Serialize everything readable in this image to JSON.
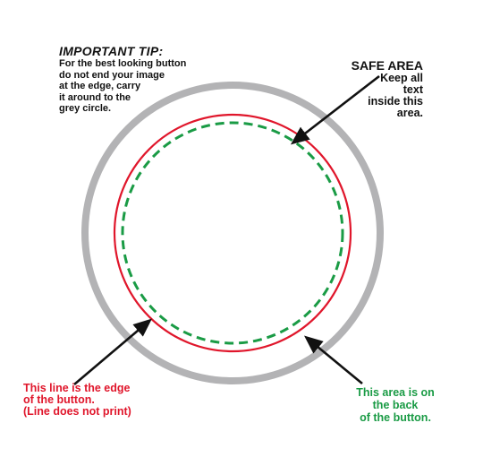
{
  "colors": {
    "grey_circle": "#b3b3b5",
    "edge_line": "#e0162b",
    "safe_area": "#1a9b45",
    "arrow": "#111111",
    "text": "#111111"
  },
  "tip": {
    "title": "IMPORTANT TIP:",
    "lines": [
      "For the best looking button",
      "do not end your image",
      "at the edge, carry",
      "it around to the",
      "grey circle."
    ]
  },
  "safe_area": {
    "title": "SAFE AREA",
    "lines": [
      "Keep all",
      "text",
      "inside this",
      "area."
    ]
  },
  "edge_note": {
    "lines": [
      "This line is the edge",
      "of the button.",
      "(Line does not print)"
    ]
  },
  "back_note": {
    "lines": [
      "This area is on",
      "the back",
      "of the button."
    ]
  }
}
